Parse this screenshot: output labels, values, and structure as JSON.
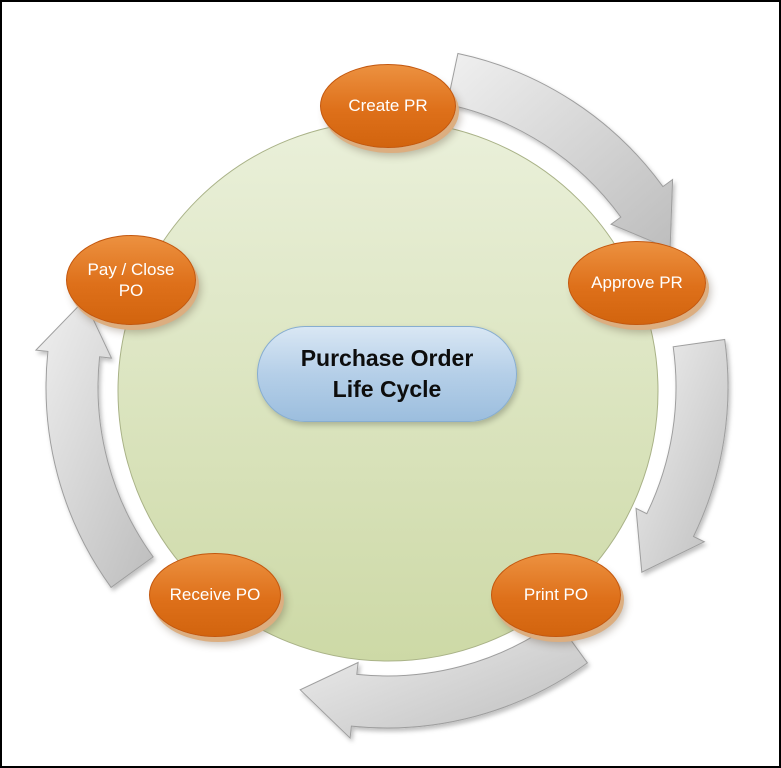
{
  "diagram": {
    "center": {
      "line1": "Purchase Order",
      "line2": "Life Cycle"
    },
    "nodes": {
      "create_pr": {
        "label": "Create PR"
      },
      "approve_pr": {
        "label": "Approve PR"
      },
      "print_po": {
        "label": "Print PO"
      },
      "receive_po": {
        "label": "Receive PO"
      },
      "pay_close_po": {
        "line1": "Pay / Close",
        "line2": "PO"
      }
    },
    "colors": {
      "node_fill": "#de701a",
      "node_border": "#c3570e",
      "node_shadow": "#dcae80",
      "node_text": "#ffffff",
      "cycle_circle_fill": "#d9e3bd",
      "center_fill": "#b5cfe8",
      "center_border": "#87add0",
      "center_text": "#0d0d0d",
      "arrow_fill": "#d6d6d6",
      "arrow_border": "#9e9e9e",
      "background": "#ffffff",
      "frame": "#000000"
    }
  }
}
